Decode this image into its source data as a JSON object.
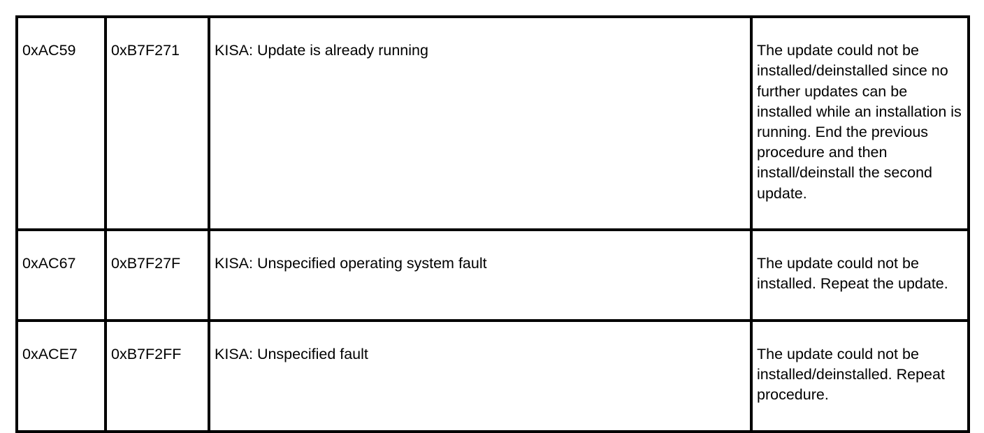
{
  "document": {
    "type": "error-code-table",
    "title": "",
    "columns": {
      "code": "code",
      "alt_code": "alt_code",
      "message": "message",
      "description": "description"
    },
    "colors": {
      "background": "#FFFFFF",
      "text": "#000000",
      "border": "#000000"
    },
    "rows": [
      {
        "code": "0xAC59",
        "alt_code": "0xB7F271",
        "message": "KISA: Update is already running",
        "description": "The update could not be installed/deinstalled since no further updates can be installed while an installation is running. End the previous procedure and then install/deinstall the second update."
      },
      {
        "code": "0xAC67",
        "alt_code": "0xB7F27F",
        "message": "KISA: Unspecified operating system fault",
        "description": "The update could not be installed. Repeat the update."
      },
      {
        "code": "0xACE7",
        "alt_code": "0xB7F2FF",
        "message": "KISA: Unspecified fault",
        "description": "The update could not be installed/deinstalled. Repeat procedure."
      }
    ]
  }
}
